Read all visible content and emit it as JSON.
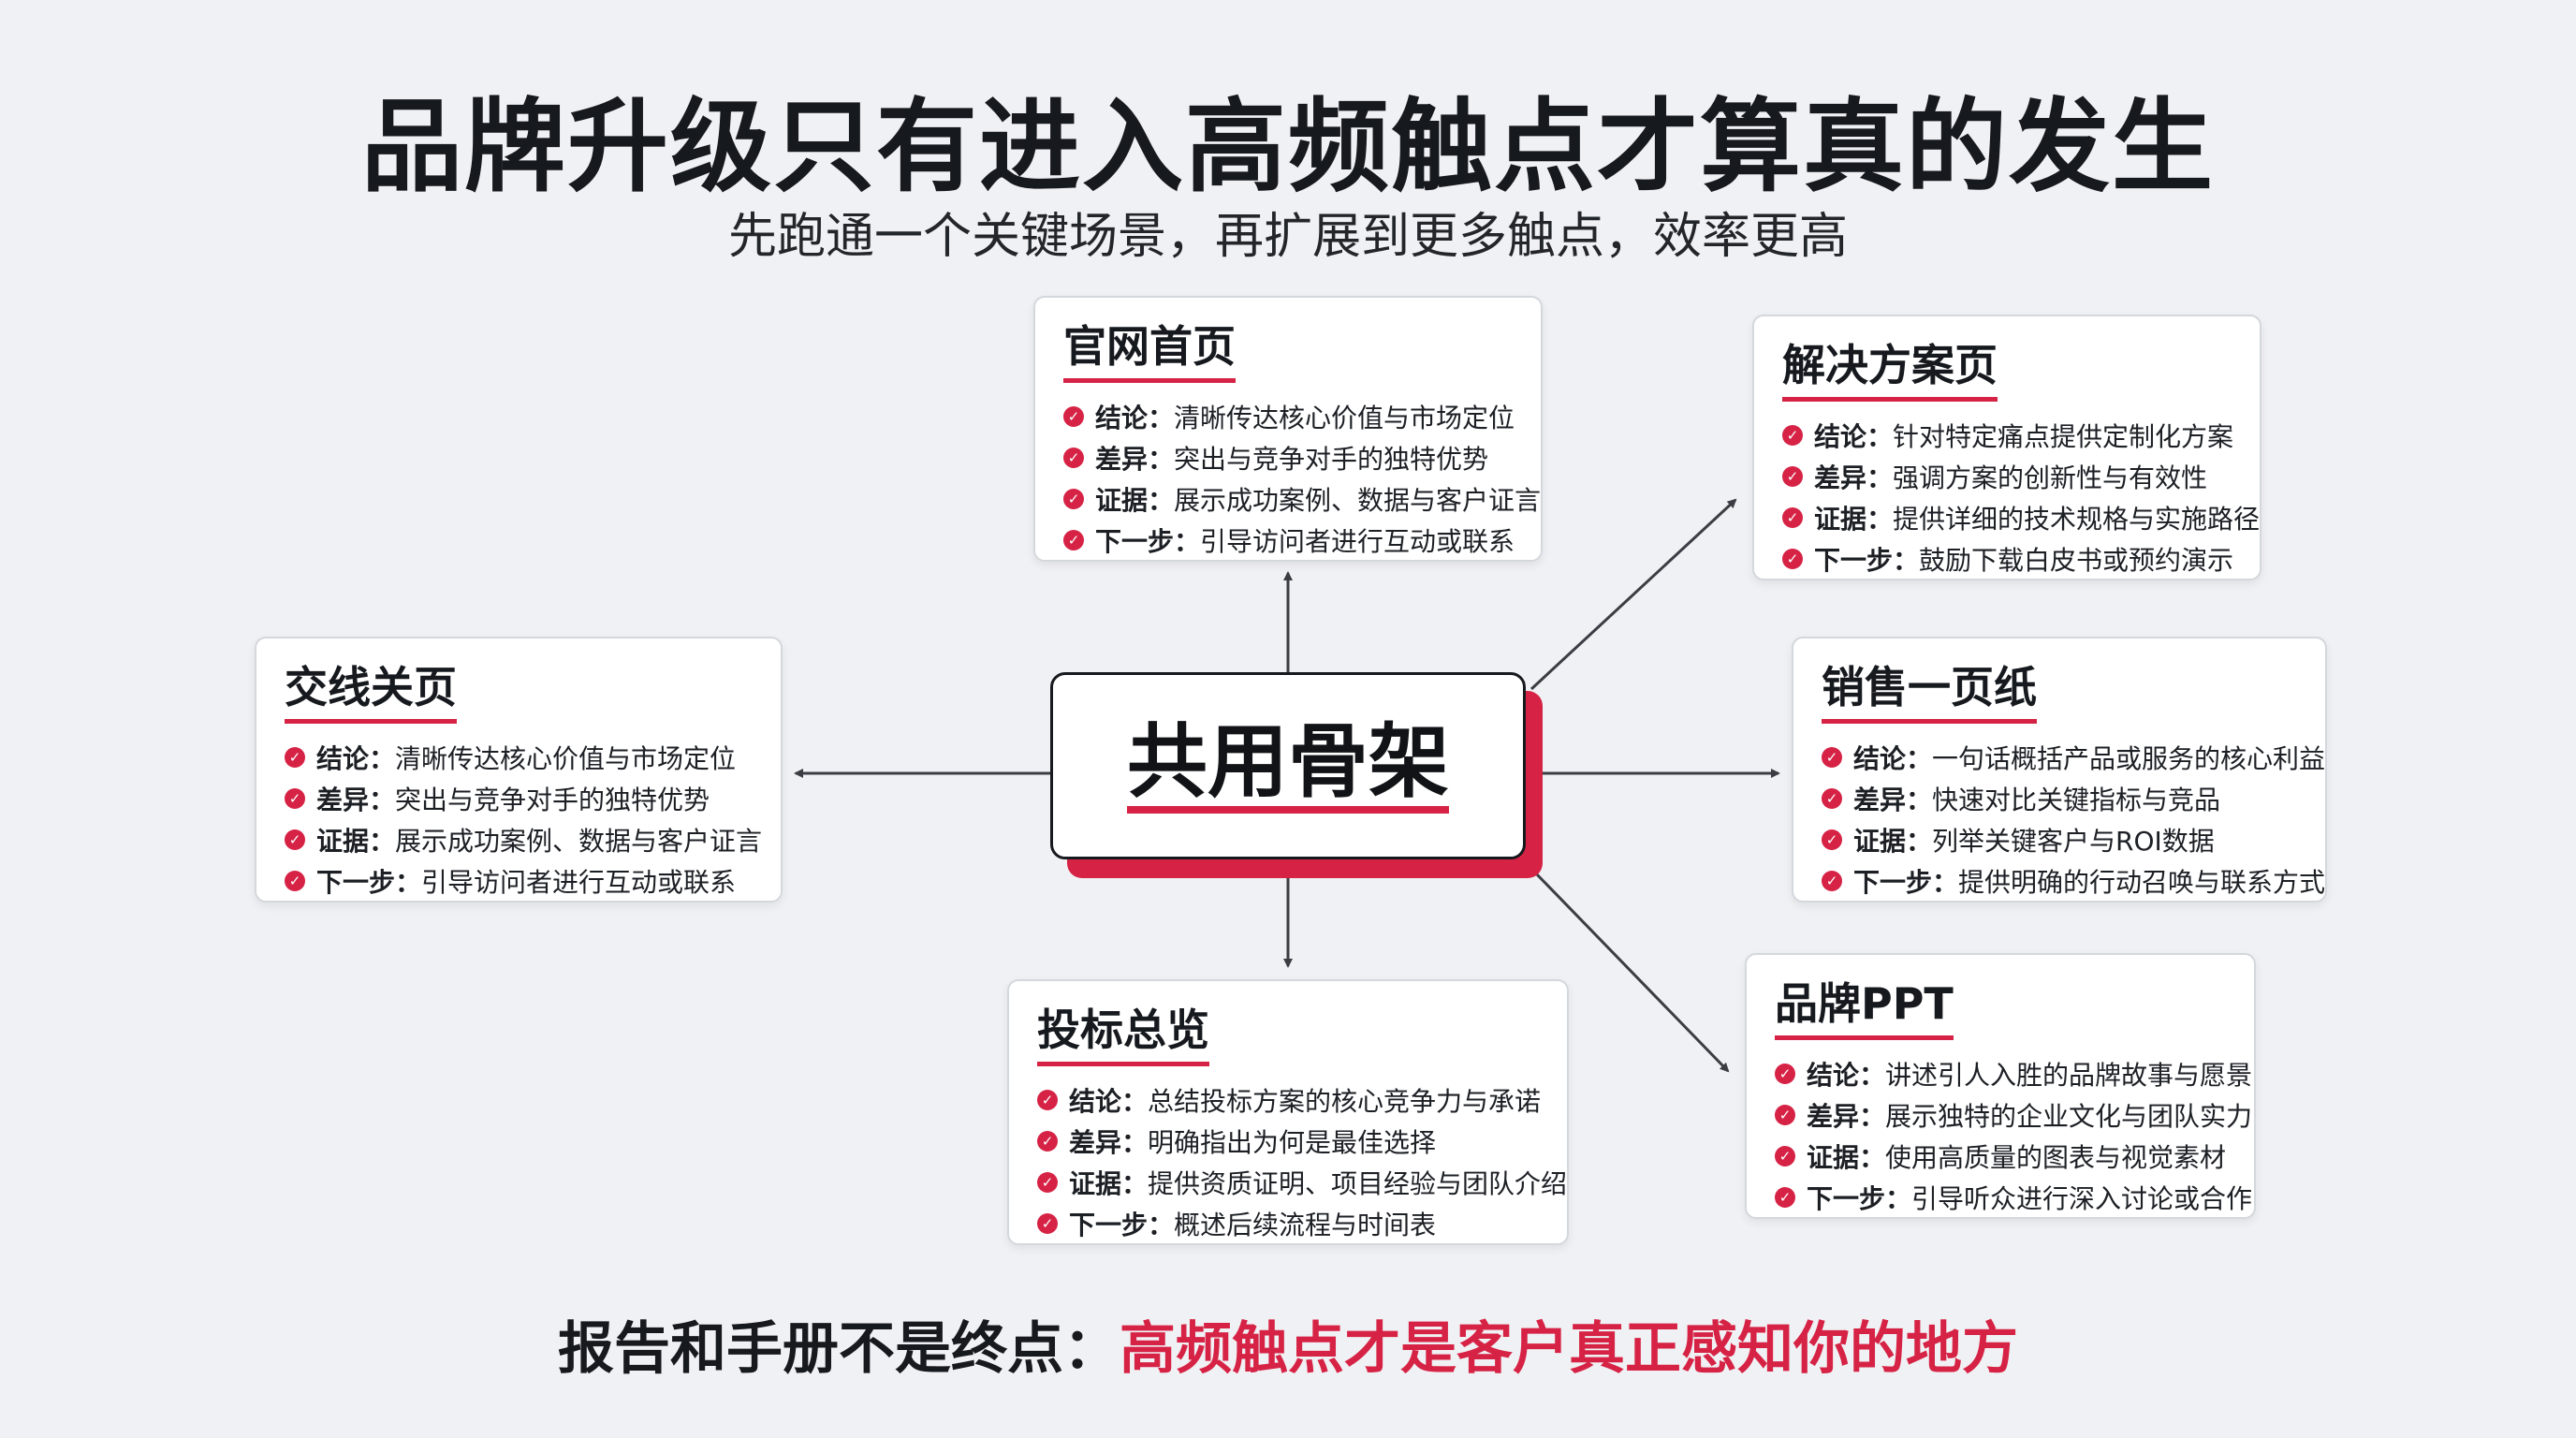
{
  "header": {
    "title": "品牌升级只有进入高频触点才算真的发生",
    "subtitle": "先跑通一个关键场景，再扩展到更多触点，效率更高"
  },
  "center": {
    "label": "共用骨架"
  },
  "colors": {
    "accent": "#d62345",
    "text": "#16191e",
    "background": "#f0f1f4",
    "card_border": "#d4d7dc"
  },
  "cards": {
    "official": {
      "title": "官网首页",
      "items": [
        {
          "label": "结论：",
          "text": "清晰传达核心价值与市场定位"
        },
        {
          "label": "差异：",
          "text": "突出与竞争对手的独特优势"
        },
        {
          "label": "证据：",
          "text": "展示成功案例、数据与客户证言"
        },
        {
          "label": "下一步：",
          "text": "引导访问者进行互动或联系"
        }
      ]
    },
    "solution": {
      "title": "解决方案页",
      "items": [
        {
          "label": "结论：",
          "text": "针对特定痛点提供定制化方案"
        },
        {
          "label": "差异：",
          "text": "强调方案的创新性与有效性"
        },
        {
          "label": "证据：",
          "text": "提供详细的技术规格与实施路径"
        },
        {
          "label": "下一步：",
          "text": "鼓励下载白皮书或预约演示"
        }
      ]
    },
    "crossline": {
      "title": "交线关页",
      "items": [
        {
          "label": "结论：",
          "text": "清晰传达核心价值与市场定位"
        },
        {
          "label": "差异：",
          "text": "突出与竞争对手的独特优势"
        },
        {
          "label": "证据：",
          "text": "展示成功案例、数据与客户证言"
        },
        {
          "label": "下一步：",
          "text": "引导访问者进行互动或联系"
        }
      ]
    },
    "onepager": {
      "title": "销售一页纸",
      "items": [
        {
          "label": "结论：",
          "text": "一句话概括产品或服务的核心利益"
        },
        {
          "label": "差异：",
          "text": "快速对比关键指标与竞品"
        },
        {
          "label": "证据：",
          "text": "列举关键客户与ROI数据"
        },
        {
          "label": "下一步：",
          "text": "提供明确的行动召唤与联系方式"
        }
      ]
    },
    "bid": {
      "title": "投标总览",
      "items": [
        {
          "label": "结论：",
          "text": "总结投标方案的核心竞争力与承诺"
        },
        {
          "label": "差异：",
          "text": "明确指出为何是最佳选择"
        },
        {
          "label": "证据：",
          "text": "提供资质证明、项目经验与团队介绍"
        },
        {
          "label": "下一步：",
          "text": "概述后续流程与时间表"
        }
      ]
    },
    "ppt": {
      "title": "品牌PPT",
      "items": [
        {
          "label": "结论：",
          "text": "讲述引人入胜的品牌故事与愿景"
        },
        {
          "label": "差异：",
          "text": "展示独特的企业文化与团队实力"
        },
        {
          "label": "证据：",
          "text": "使用高质量的图表与视觉素材"
        },
        {
          "label": "下一步：",
          "text": "引导听众进行深入讨论或合作"
        }
      ]
    }
  },
  "footer": {
    "lead": "报告和手册不是终点：",
    "highlight": "高频触点才是客户真正感知你的地方"
  }
}
